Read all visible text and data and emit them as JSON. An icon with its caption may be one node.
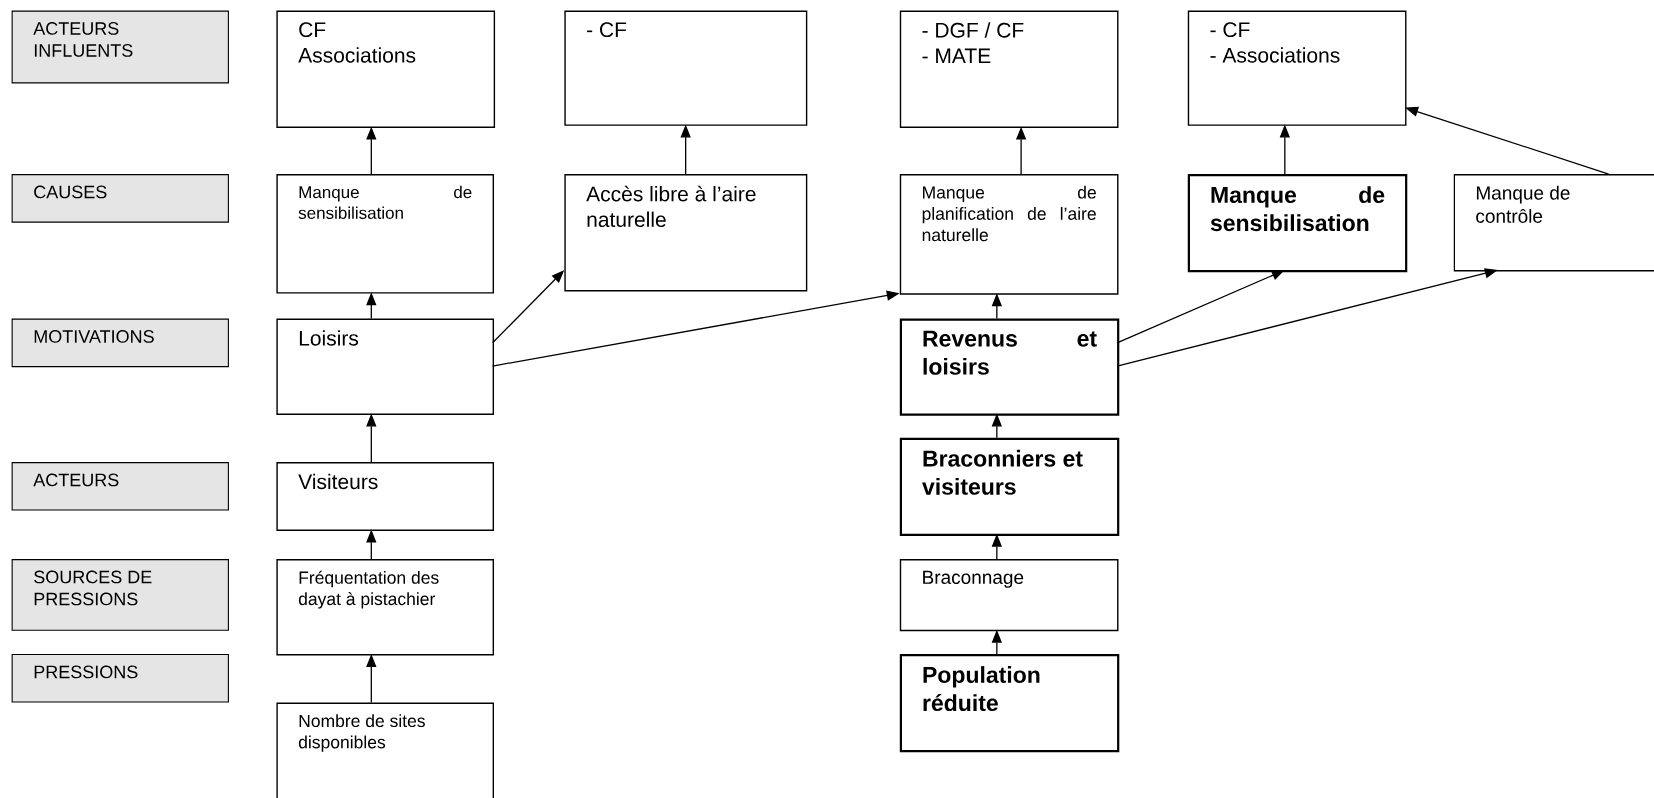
{
  "diagram": {
    "nodes": [
      {
        "text": [
          "ACTEURS INFLUENTS"
        ]
      },
      {
        "text": [
          "CF",
          "Associations"
        ]
      },
      {
        "text": [
          "- CF"
        ]
      },
      {
        "text": [
          "- DGF / CF",
          "- MATE"
        ]
      },
      {
        "text": [
          "- CF",
          "- Associations"
        ]
      },
      {
        "text": [
          "CAUSES"
        ]
      },
      {
        "text": [
          "Manque de sensibilisation"
        ]
      },
      {
        "text": [
          "Accès libre à l’aire naturelle"
        ]
      },
      {
        "text": [
          "Manque de planification de l’aire naturelle"
        ]
      },
      {
        "text": [
          "Manque de sensibilisation"
        ]
      },
      {
        "text": [
          "Manque de contrôle"
        ]
      },
      {
        "text": [
          "MOTIVATIONS"
        ]
      },
      {
        "text": [
          "Loisirs"
        ]
      },
      {
        "text": [
          "Revenus et loisirs"
        ]
      },
      {
        "text": [
          "ACTEURS"
        ]
      },
      {
        "text": [
          "Visiteurs"
        ]
      },
      {
        "text": [
          "Braconniers et visiteurs"
        ]
      },
      {
        "text": [
          "SOURCES DE PRESSIONS"
        ]
      },
      {
        "text": [
          "Fréquentation des dayat à pistachier"
        ]
      },
      {
        "text": [
          "Braconnage"
        ]
      },
      {
        "text": [
          "PRESSIONS"
        ]
      },
      {
        "text": [
          "Population réduite"
        ]
      },
      {
        "text": [
          "Nombre de sites disponibles"
        ]
      }
    ],
    "edges": [
      {
        "from": 22,
        "to": 18,
        "arrow": "to"
      },
      {
        "from": 18,
        "to": 15,
        "arrow": "to"
      },
      {
        "from": 15,
        "to": 12,
        "arrow": "to"
      },
      {
        "from": 12,
        "to": 6,
        "arrow": "to"
      },
      {
        "from": 6,
        "to": 1,
        "arrow": "to"
      },
      {
        "from": 12,
        "to": 7,
        "arrow": "to"
      },
      {
        "from": 12,
        "to": 8,
        "arrow": "to"
      },
      {
        "from": 7,
        "to": 2,
        "arrow": "to"
      },
      {
        "from": 21,
        "to": 19,
        "arrow": "to"
      },
      {
        "from": 19,
        "to": 16,
        "arrow": "to"
      },
      {
        "from": 16,
        "to": 13,
        "arrow": "to"
      },
      {
        "from": 13,
        "to": 8,
        "arrow": "to"
      },
      {
        "from": 8,
        "to": 3,
        "arrow": "to"
      },
      {
        "from": 13,
        "to": 9,
        "arrow": "to"
      },
      {
        "from": 13,
        "to": 10,
        "arrow": "to"
      },
      {
        "from": 9,
        "to": 4,
        "arrow": "to"
      },
      {
        "from": 10,
        "to": 4,
        "arrow": "to"
      }
    ]
  }
}
